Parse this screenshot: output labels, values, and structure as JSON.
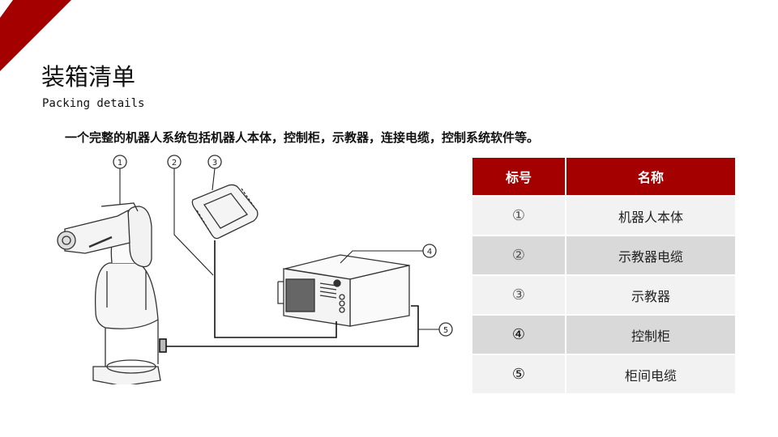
{
  "header": {
    "title": "装箱清单",
    "subtitle": "Packing details"
  },
  "intro": "一个完整的机器人系统包括机器人本体，控制柜，示教器，连接电缆，控制系统软件等。",
  "colors": {
    "accent": "#a50000",
    "row_light": "#f2f2f2",
    "row_dark": "#d9d9d9"
  },
  "diagram": {
    "labels": [
      "1",
      "2",
      "3",
      "4",
      "5"
    ]
  },
  "table": {
    "headers": [
      "标号",
      "名称"
    ],
    "rows": [
      {
        "num": "①",
        "name": "机器人本体"
      },
      {
        "num": "②",
        "name": "示教器电缆"
      },
      {
        "num": "③",
        "name": "示教器"
      },
      {
        "num": "④",
        "name": "控制柜"
      },
      {
        "num": "⑤",
        "name": "柜间电缆"
      }
    ]
  }
}
